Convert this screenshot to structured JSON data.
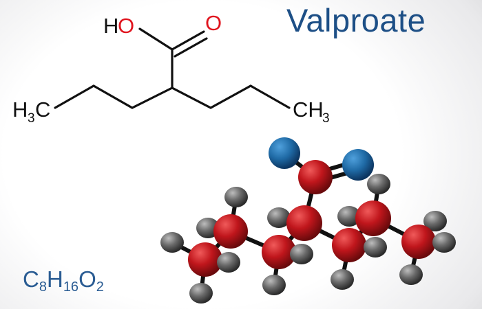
{
  "title": "Valproate",
  "formula": {
    "parts": [
      "C",
      "8",
      "H",
      "16",
      "O",
      "2"
    ]
  },
  "structure": {
    "labels": {
      "hydroxyl_h": "H",
      "hydroxyl_o": "O",
      "carbonyl_o": "O",
      "left_methyl": "H",
      "left_methyl_sub": "3",
      "left_methyl_c": "C",
      "right_methyl_c": "CH",
      "right_methyl_sub": "3"
    }
  },
  "colors": {
    "title": "#1d4f86",
    "oxygen_label": "#e0141e",
    "carbon_ball": "#c0161c",
    "oxygen_ball": "#1f6aa5",
    "hydrogen_ball": "#6a6a6a"
  }
}
